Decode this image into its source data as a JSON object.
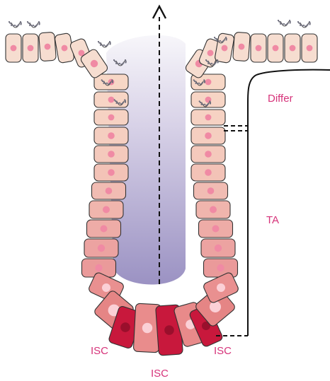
{
  "labels": {
    "differ": "Differ",
    "ta": "TA",
    "isc_left": "ISC",
    "isc_center": "ISC",
    "isc_right": "ISC"
  },
  "colors": {
    "label": "#d6337a",
    "lumen_top": "#f4f2f8",
    "lumen_bottom": "#9b92c3",
    "differentiated_cell": "#f6ddd0",
    "ta_cell_light": "#f7d7c6",
    "ta_cell_dark": "#ea9a9a",
    "isc_cell": "#c8183c",
    "nucleus": "#f08aa4",
    "outline": "#333333",
    "bracket": "#111111"
  },
  "icons": {
    "migration_arrow": "dashed-up-arrow-icon",
    "secretory_granules": "goblet-granules-icon"
  }
}
